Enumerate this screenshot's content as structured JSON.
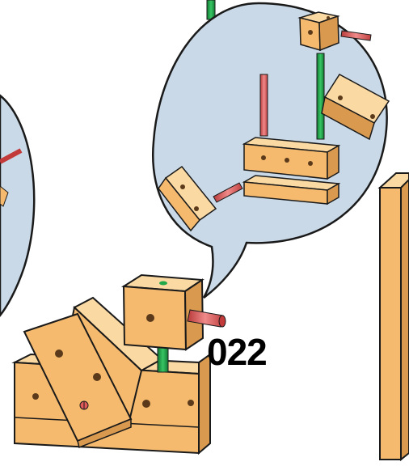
{
  "step": {
    "number": "022"
  },
  "colors": {
    "wood_top": "#fbd9a2",
    "wood_front": "#f5ba6e",
    "wood_side": "#d99a50",
    "bubble_fill": "#c9d9e7",
    "peg_red": "#e15a5a",
    "peg_green": "#1fa84a",
    "outline": "#1a1a1a"
  },
  "icons": {
    "callout": "speech-bubble-callout",
    "dowel_red": "red-dowel-peg",
    "dowel_green": "green-dowel-peg",
    "cube": "wooden-cube",
    "bar": "wooden-bar"
  }
}
